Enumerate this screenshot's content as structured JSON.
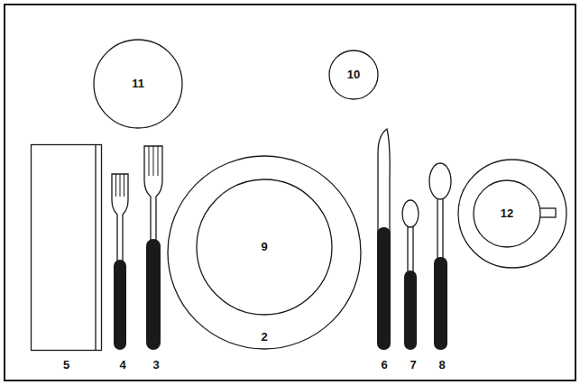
{
  "diagram": {
    "nodes": [
      {
        "text": [
          "11"
        ]
      },
      {
        "text": [
          "10"
        ]
      },
      {
        "text": [
          "5"
        ]
      },
      {
        "text": [
          "2"
        ]
      },
      {
        "text": [
          "9"
        ],
        "in": 3
      },
      {
        "text": [
          "12"
        ]
      }
    ],
    "labels": [
      "4",
      "3",
      "6",
      "7",
      "8"
    ]
  }
}
